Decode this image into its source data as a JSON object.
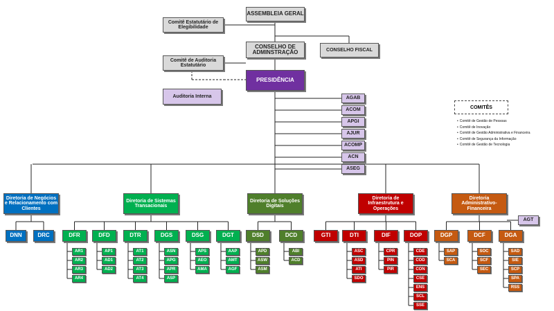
{
  "colors": {
    "gray": "#d9d9d9",
    "purple": "#7030a0",
    "lavender": "#d7c6ea",
    "blue": "#0070c0",
    "green": "#00b050",
    "olive": "#4f7f2b",
    "red": "#c00000",
    "orange": "#c55a11"
  },
  "top": {
    "assembleia": "ASSEMBLEIA GERAL",
    "comite_estatutario": "Comitê Estatutário de Elegibilidade",
    "conselho_admin": "CONSELHO DE ADMINSTRAÇÃO",
    "conselho_fiscal": "CONSELHO FISCAL",
    "comite_auditoria": "Comitê de Auditoria Estatutário",
    "presidencia": "PRESIDÊNCIA",
    "auditoria_interna": "Auditoria Interna"
  },
  "assessorias": [
    "AGAB",
    "ACOM",
    "APGI",
    "AJUR",
    "ACOMP",
    "ACN",
    "ASEG"
  ],
  "committees": {
    "title": "COMITÊS",
    "items": [
      "Comitê de Gestão de Pessoas",
      "Comitê de Inovação",
      "Comitê de Gestão Administrativa e Financeira",
      "Comitê de Segurança da Informação",
      "Comitê de Gestão de Tecnologia"
    ]
  },
  "directorates": [
    {
      "name": "Diretoria de Negócios e Relacionamento com Clientes",
      "color": "blue",
      "departments": [
        {
          "code": "DNN",
          "units": []
        },
        {
          "code": "DRC",
          "units": []
        }
      ]
    },
    {
      "name": "Diretoria de Sistemas Transacionais",
      "color": "green",
      "departments": [
        {
          "code": "DFR",
          "units": [
            "AR1",
            "AR2",
            "AR3",
            "AR4"
          ]
        },
        {
          "code": "DFD",
          "units": [
            "AP1",
            "AD1",
            "AD2"
          ]
        },
        {
          "code": "DTR",
          "units": [
            "AT1",
            "AT2",
            "AT3",
            "AT4"
          ]
        },
        {
          "code": "DGS",
          "units": [
            "ASN",
            "APG",
            "APR",
            "ASP"
          ]
        },
        {
          "code": "DSG",
          "units": [
            "APS",
            "AEO",
            "AMA"
          ]
        },
        {
          "code": "DGT",
          "units": [
            "AAP",
            "AMT",
            "AGF"
          ]
        }
      ]
    },
    {
      "name": "Diretoria de Soluções Digitais",
      "color": "olive",
      "departments": [
        {
          "code": "DSD",
          "units": [
            "APD",
            "ASW",
            "ASM"
          ]
        },
        {
          "code": "DCD",
          "units": [
            "ABI",
            "ACD"
          ]
        }
      ]
    },
    {
      "name": "Diretoria de Infraestrutura e Operações",
      "color": "red",
      "departments": [
        {
          "code": "GTI",
          "units": []
        },
        {
          "code": "DTI",
          "units": [
            "ASC",
            "ASD",
            "ATI",
            "SDO"
          ]
        },
        {
          "code": "DIF",
          "units": [
            "CPR",
            "PIN",
            "PIR"
          ]
        },
        {
          "code": "DOP",
          "units": [
            "CDE",
            "COD",
            "CON",
            "CSE",
            "ENS",
            "SCL",
            "SSE"
          ]
        }
      ]
    },
    {
      "name": "Diretoria Administrativo-Financeira",
      "color": "orange",
      "extra": "AGT",
      "departments": [
        {
          "code": "DGP",
          "units": [
            "SAP",
            "SCA"
          ]
        },
        {
          "code": "DCF",
          "units": [
            "SOC",
            "SCF",
            "SEC"
          ]
        },
        {
          "code": "DGA",
          "units": [
            "SAD",
            "SIE",
            "SCP",
            "SPA",
            "RSS"
          ]
        }
      ]
    }
  ]
}
